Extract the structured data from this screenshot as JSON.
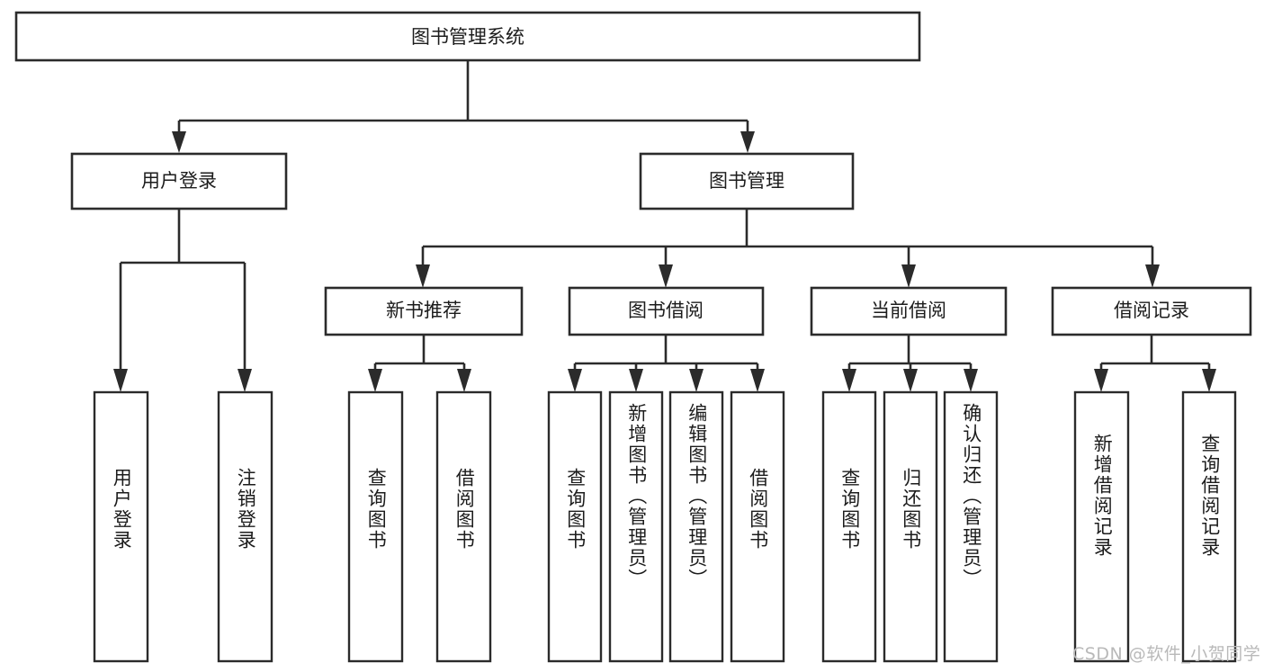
{
  "diagram": {
    "title": "图书管理系统",
    "type": "tree-hierarchy-diagram",
    "watermark": "CSDN @软件_小贺同学",
    "colors": {
      "background": "#ffffff",
      "node_fill": "#ffffff",
      "node_stroke": "#2b2b2b",
      "text": "#1c1c1c",
      "watermark": "#b9b9b9"
    },
    "root": {
      "label": "图书管理系统"
    },
    "level2": [
      {
        "label": "用户登录"
      },
      {
        "label": "图书管理"
      }
    ],
    "level3": [
      {
        "label": "新书推荐"
      },
      {
        "label": "图书借阅"
      },
      {
        "label": "当前借阅"
      },
      {
        "label": "借阅记录"
      }
    ],
    "leaves": {
      "user_login": [
        {
          "label": "用户登录"
        },
        {
          "label": "注销登录"
        }
      ],
      "new_book_recommend": [
        {
          "label": "查询图书"
        },
        {
          "label": "借阅图书"
        }
      ],
      "book_borrow": [
        {
          "label": "查询图书"
        },
        {
          "label": "新增图书（管理员）"
        },
        {
          "label": "编辑图书（管理员）"
        },
        {
          "label": "借阅图书"
        }
      ],
      "current_borrow": [
        {
          "label": "查询图书"
        },
        {
          "label": "归还图书"
        },
        {
          "label": "确认归还（管理员）"
        }
      ],
      "borrow_record": [
        {
          "label": "新增借阅记录"
        },
        {
          "label": "查询借阅记录"
        }
      ]
    }
  }
}
